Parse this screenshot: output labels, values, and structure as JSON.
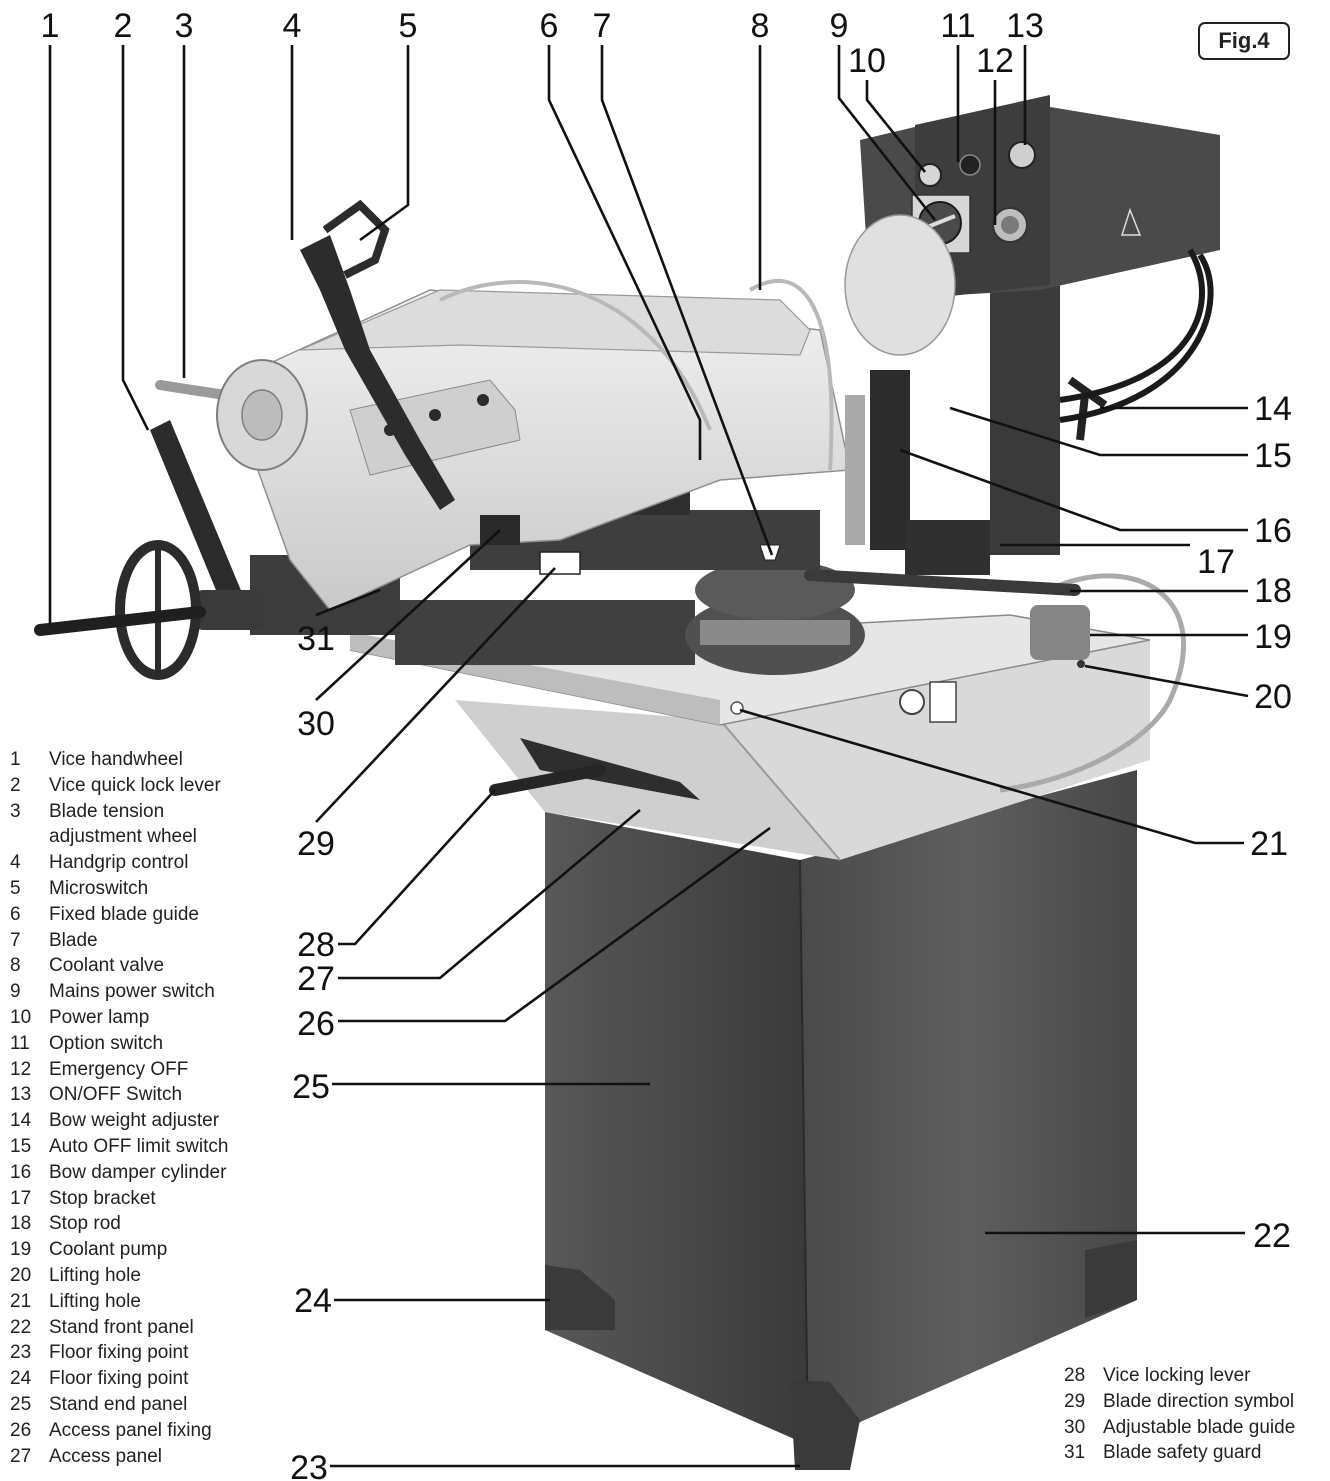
{
  "figure_label": "Fig.4",
  "callout_numbers": [
    "1",
    "2",
    "3",
    "4",
    "5",
    "6",
    "7",
    "8",
    "9",
    "10",
    "11",
    "12",
    "13",
    "14",
    "15",
    "16",
    "17",
    "18",
    "19",
    "20",
    "21",
    "22",
    "23",
    "24",
    "25",
    "26",
    "27",
    "28",
    "29",
    "30",
    "31"
  ],
  "legend_left": [
    {
      "n": "1",
      "text": "Vice handwheel"
    },
    {
      "n": "2",
      "text": "Vice quick lock lever"
    },
    {
      "n": "3",
      "text": "Blade tension adjustment wheel"
    },
    {
      "n": "4",
      "text": "Handgrip control"
    },
    {
      "n": "5",
      "text": "Microswitch"
    },
    {
      "n": "6",
      "text": "Fixed blade guide"
    },
    {
      "n": "7",
      "text": "Blade"
    },
    {
      "n": "8",
      "text": "Coolant valve"
    },
    {
      "n": "9",
      "text": "Mains power switch"
    },
    {
      "n": "10",
      "text": "Power lamp"
    },
    {
      "n": "11",
      "text": "Option switch"
    },
    {
      "n": "12",
      "text": "Emergency OFF"
    },
    {
      "n": "13",
      "text": "ON/OFF Switch"
    },
    {
      "n": "14",
      "text": "Bow weight adjuster"
    },
    {
      "n": "15",
      "text": "Auto OFF limit switch"
    },
    {
      "n": "16",
      "text": "Bow damper cylinder"
    },
    {
      "n": "17",
      "text": "Stop bracket"
    },
    {
      "n": "18",
      "text": "Stop rod"
    },
    {
      "n": "19",
      "text": "Coolant pump"
    },
    {
      "n": "20",
      "text": "Lifting hole"
    },
    {
      "n": "21",
      "text": "Lifting hole"
    },
    {
      "n": "22",
      "text": "Stand front panel"
    },
    {
      "n": "23",
      "text": "Floor fixing point"
    },
    {
      "n": "24",
      "text": "Floor fixing point"
    },
    {
      "n": "25",
      "text": "Stand end panel"
    },
    {
      "n": "26",
      "text": "Access panel fixing"
    },
    {
      "n": "27",
      "text": "Access panel"
    }
  ],
  "legend_right": [
    {
      "n": "28",
      "text": "Vice locking lever"
    },
    {
      "n": "29",
      "text": "Blade direction symbol"
    },
    {
      "n": "30",
      "text": "Adjustable blade guide"
    },
    {
      "n": "31",
      "text": "Blade safety guard"
    }
  ]
}
